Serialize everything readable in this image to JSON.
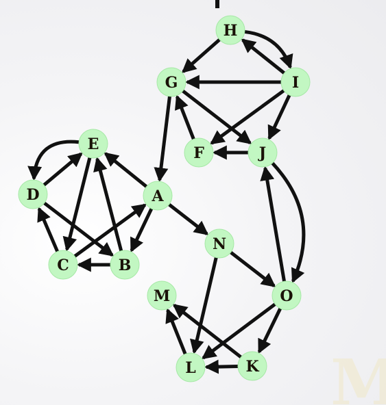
{
  "colors": {
    "node_fill": "#c2f7c2",
    "edge": "#111111",
    "label": "#1a1208"
  },
  "nodes": [
    "A",
    "B",
    "C",
    "D",
    "E",
    "F",
    "G",
    "H",
    "I",
    "J",
    "K",
    "L",
    "M",
    "N",
    "O"
  ],
  "edges": [
    [
      "H",
      "G"
    ],
    [
      "H",
      "I"
    ],
    [
      "I",
      "H"
    ],
    [
      "I",
      "G"
    ],
    [
      "I",
      "F"
    ],
    [
      "I",
      "J"
    ],
    [
      "G",
      "J"
    ],
    [
      "G",
      "A"
    ],
    [
      "F",
      "G"
    ],
    [
      "J",
      "F"
    ],
    [
      "J",
      "O"
    ],
    [
      "O",
      "J"
    ],
    [
      "A",
      "E"
    ],
    [
      "A",
      "B"
    ],
    [
      "A",
      "N"
    ],
    [
      "N",
      "O"
    ],
    [
      "N",
      "L"
    ],
    [
      "O",
      "L"
    ],
    [
      "O",
      "K"
    ],
    [
      "K",
      "M"
    ],
    [
      "K",
      "L"
    ],
    [
      "L",
      "M"
    ],
    [
      "E",
      "D"
    ],
    [
      "E",
      "C"
    ],
    [
      "D",
      "E"
    ],
    [
      "D",
      "B"
    ],
    [
      "C",
      "D"
    ],
    [
      "C",
      "A"
    ],
    [
      "B",
      "E"
    ],
    [
      "B",
      "C"
    ]
  ],
  "watermark": "M"
}
